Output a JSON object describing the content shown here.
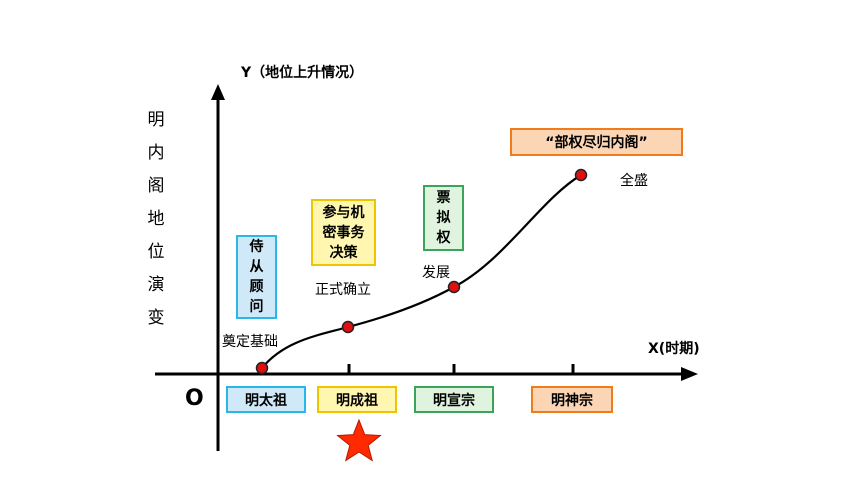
{
  "y_axis_label": "Y（地位上升情况）",
  "x_axis_label": "X(时期)",
  "origin_label": "O",
  "side_title": [
    "明",
    "内",
    "阁",
    "地",
    "位",
    "演",
    "变"
  ],
  "periods": [
    "明太祖",
    "明成祖",
    "明宣宗",
    "明神宗"
  ],
  "stages": {
    "s1": {
      "box": [
        "侍",
        "从",
        "顾",
        "问"
      ],
      "point_label": "奠定基础"
    },
    "s2": {
      "box": [
        "参与机",
        "密事务",
        "决策"
      ],
      "point_label": "正式确立"
    },
    "s3": {
      "box": [
        "票",
        "拟",
        "权"
      ],
      "point_label": "发展"
    },
    "s4": {
      "box": "“部权尽归内阁”",
      "point_label": "全盛"
    }
  },
  "colors": {
    "taizu": {
      "fill": "#cfe9f8",
      "border": "#29b6e8"
    },
    "chengzu": {
      "fill": "#fff7b0",
      "border": "#f2c400"
    },
    "xuanzong": {
      "fill": "#dff3df",
      "border": "#3aa55a"
    },
    "shenzong": {
      "fill": "#fcd6b4",
      "border": "#f07b1c"
    },
    "point": "#e01010",
    "star": "#ff2a00"
  }
}
